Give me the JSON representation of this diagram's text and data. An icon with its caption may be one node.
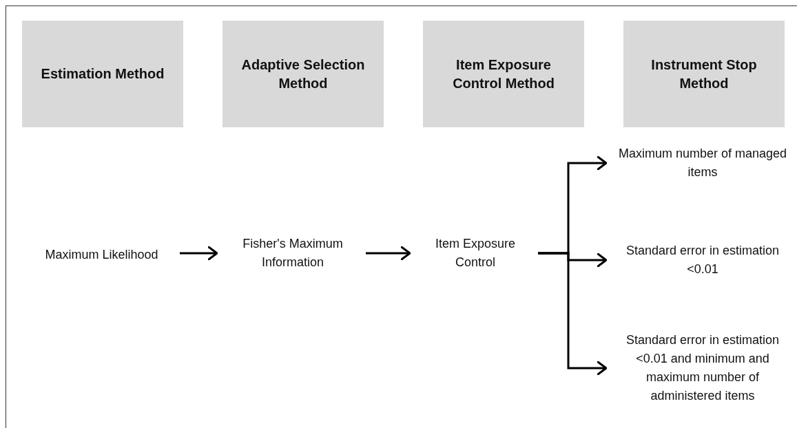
{
  "diagram": {
    "nodes": [
      {
        "text": [
          "Estimation Method"
        ]
      },
      {
        "text": [
          "Adaptive Selection Method"
        ]
      },
      {
        "text": [
          "Item Exposure Control Method"
        ]
      },
      {
        "text": [
          "Instrument Stop Method"
        ]
      },
      {
        "text": [
          "Maximum Likelihood"
        ]
      },
      {
        "text": [
          "Fisher's Maximum Information"
        ]
      },
      {
        "text": [
          "Item Exposure Control"
        ]
      },
      {
        "text": [
          "Maximum number of managed items"
        ]
      },
      {
        "text": [
          "Standard error in estimation <0.01"
        ]
      },
      {
        "text": [
          "Standard error in estimation <0.01 and minimum and maximum number of administered items"
        ]
      }
    ],
    "edges": [
      {
        "from": 4,
        "to": 5,
        "arrow": "to"
      },
      {
        "from": 5,
        "to": 6,
        "arrow": "to"
      },
      {
        "from": 6,
        "to": 7,
        "arrow": "to"
      },
      {
        "from": 6,
        "to": 8,
        "arrow": "to"
      },
      {
        "from": 6,
        "to": 9,
        "arrow": "to"
      }
    ]
  }
}
